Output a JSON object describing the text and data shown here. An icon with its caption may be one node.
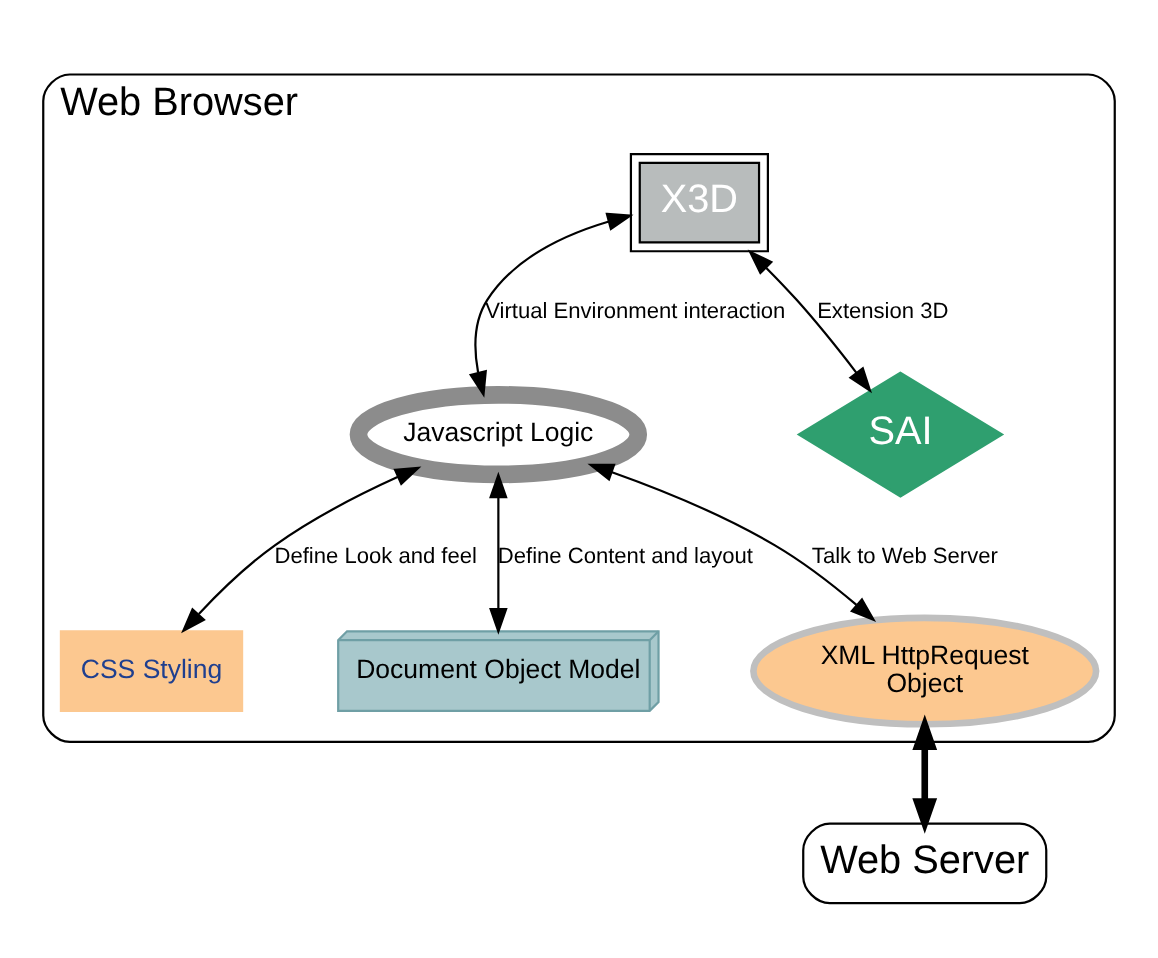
{
  "diagram": {
    "nodes": [
      {
        "text": [
          "Web Browser"
        ]
      },
      {
        "text": [
          "X3D"
        ],
        "in": 0
      },
      {
        "text": [
          "Javascript Logic"
        ],
        "in": 0
      },
      {
        "text": [
          "CSS Styling"
        ],
        "in": 0
      },
      {
        "text": [
          "Document Object Model"
        ],
        "in": 0
      },
      {
        "text": [
          "SAI"
        ],
        "in": 0
      },
      {
        "text": [
          "XML HttpRequest",
          "Object"
        ],
        "in": 0
      },
      {
        "text": [
          "Web Server"
        ]
      }
    ],
    "edges": [
      {
        "from": 1,
        "to": 2,
        "arrow": "both",
        "label": "Virtual Environment interaction"
      },
      {
        "from": 2,
        "to": 3,
        "arrow": "both",
        "label": "Define Look and feel"
      },
      {
        "from": 1,
        "to": 5,
        "arrow": "both",
        "label": "Extension 3D"
      },
      {
        "from": 2,
        "to": 4,
        "arrow": "both",
        "label": "Define Content and layout"
      },
      {
        "from": 2,
        "to": 6,
        "arrow": "both",
        "label": "Talk to Web Server"
      },
      {
        "from": 6,
        "to": 7,
        "arrow": "both",
        "style": "thick"
      }
    ]
  }
}
